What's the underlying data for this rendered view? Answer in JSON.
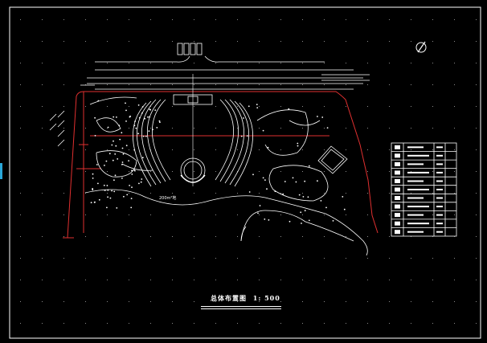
{
  "drawing": {
    "title": "总体布置图",
    "scale": "1: 500",
    "area_label": "200m²地"
  },
  "legend": {
    "rows": 11
  },
  "colors": {
    "background": "#000000",
    "linework": "#ffffff",
    "boundary": "#e03030",
    "accent": "#2aa7d9"
  },
  "icons": {
    "north_arrow": "north-arrow-icon"
  }
}
